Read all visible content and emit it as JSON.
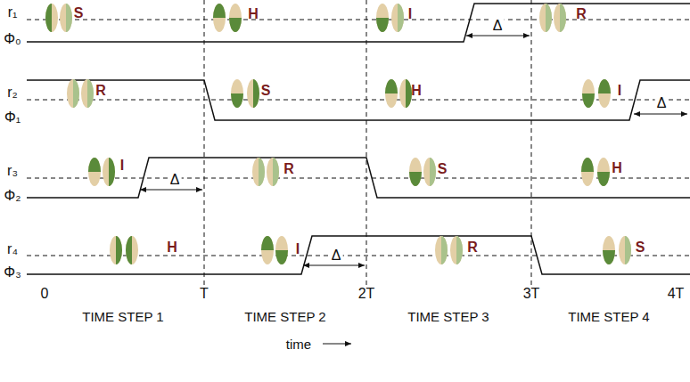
{
  "diagram": {
    "labels": [
      "r₁",
      "Φ₀",
      "S",
      "H",
      "I",
      "Δ",
      "R",
      "r₂",
      "Φ₁",
      "R",
      "S",
      "H",
      "I",
      "Δ",
      "r₃",
      "Φ₂",
      "I",
      "Δ",
      "R",
      "S",
      "H",
      "r₄",
      "Φ₃",
      "H",
      "I",
      "Δ",
      "R",
      "S",
      "0",
      "T",
      "2T",
      "3T",
      "4T",
      "TIME STEP 1",
      "TIME STEP 2",
      "TIME STEP 3",
      "TIME STEP 4",
      "time"
    ]
  }
}
